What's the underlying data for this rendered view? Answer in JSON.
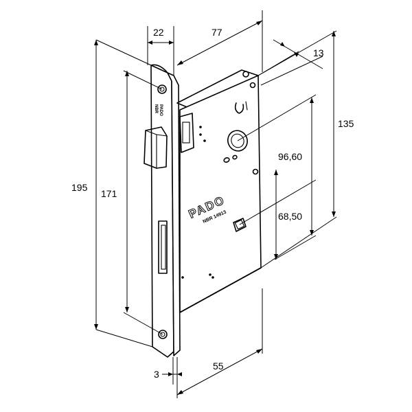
{
  "dimensions": {
    "faceplate_width": "22",
    "case_depth": "77",
    "case_thickness": "13",
    "faceplate_height": "195",
    "screw_spacing": "171",
    "case_height": "135",
    "backset": "96,60",
    "handle_to_key": "68,50",
    "case_width": "55",
    "faceplate_thickness": "3"
  },
  "markings": {
    "brand": "PADO",
    "standard": "NBR 14913",
    "faceplate_brand": "PADO",
    "faceplate_code": "NBR"
  }
}
